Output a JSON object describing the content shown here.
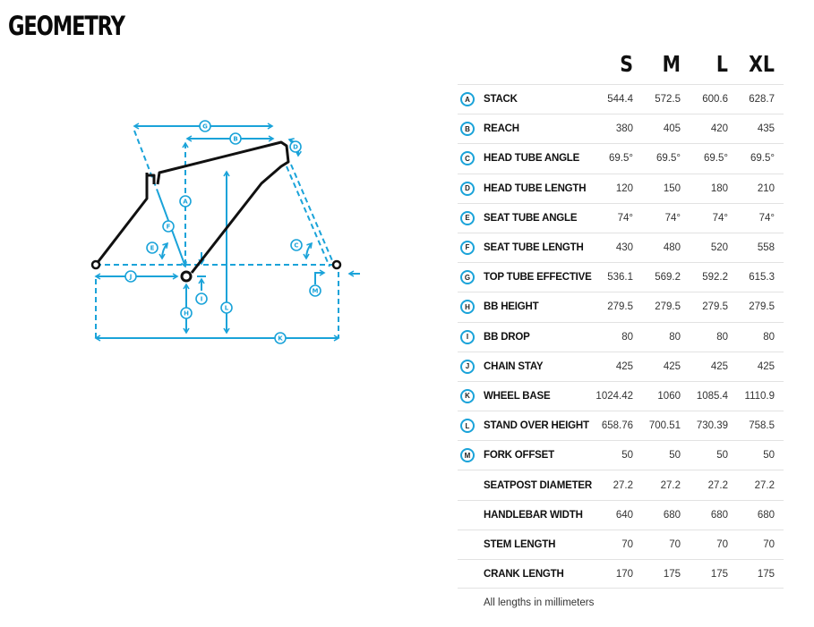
{
  "page": {
    "title": "GEOMETRY"
  },
  "colors": {
    "accent": "#1aa3d9",
    "frame": "#111111",
    "divider": "#e2e2e2"
  },
  "table": {
    "sizes": [
      "S",
      "M",
      "L",
      "XL"
    ],
    "rows": [
      {
        "badge": "A",
        "label": "STACK",
        "values": [
          "544.4",
          "572.5",
          "600.6",
          "628.7"
        ]
      },
      {
        "badge": "B",
        "label": "REACH",
        "values": [
          "380",
          "405",
          "420",
          "435"
        ]
      },
      {
        "badge": "C",
        "label": "HEAD TUBE ANGLE",
        "values": [
          "69.5°",
          "69.5°",
          "69.5°",
          "69.5°"
        ]
      },
      {
        "badge": "D",
        "label": "HEAD TUBE LENGTH",
        "values": [
          "120",
          "150",
          "180",
          "210"
        ]
      },
      {
        "badge": "E",
        "label": "SEAT TUBE ANGLE",
        "values": [
          "74°",
          "74°",
          "74°",
          "74°"
        ]
      },
      {
        "badge": "F",
        "label": "SEAT TUBE LENGTH",
        "values": [
          "430",
          "480",
          "520",
          "558"
        ]
      },
      {
        "badge": "G",
        "label": "TOP TUBE EFFECTIVE",
        "values": [
          "536.1",
          "569.2",
          "592.2",
          "615.3"
        ]
      },
      {
        "badge": "H",
        "label": "BB HEIGHT",
        "values": [
          "279.5",
          "279.5",
          "279.5",
          "279.5"
        ]
      },
      {
        "badge": "I",
        "label": "BB DROP",
        "values": [
          "80",
          "80",
          "80",
          "80"
        ]
      },
      {
        "badge": "J",
        "label": "CHAIN STAY",
        "values": [
          "425",
          "425",
          "425",
          "425"
        ]
      },
      {
        "badge": "K",
        "label": "WHEEL BASE",
        "values": [
          "1024.42",
          "1060",
          "1085.4",
          "1110.9"
        ]
      },
      {
        "badge": "L",
        "label": "STAND OVER HEIGHT",
        "values": [
          "658.76",
          "700.51",
          "730.39",
          "758.5"
        ]
      },
      {
        "badge": "M",
        "label": "FORK OFFSET",
        "values": [
          "50",
          "50",
          "50",
          "50"
        ]
      },
      {
        "badge": "",
        "label": "SEATPOST DIAMETER",
        "values": [
          "27.2",
          "27.2",
          "27.2",
          "27.2"
        ]
      },
      {
        "badge": "",
        "label": "HANDLEBAR WIDTH",
        "values": [
          "640",
          "680",
          "680",
          "680"
        ]
      },
      {
        "badge": "",
        "label": "STEM LENGTH",
        "values": [
          "70",
          "70",
          "70",
          "70"
        ]
      },
      {
        "badge": "",
        "label": "CRANK LENGTH",
        "values": [
          "170",
          "175",
          "175",
          "175"
        ]
      }
    ],
    "note": "All lengths in millimeters"
  },
  "diagram": {
    "labels": [
      "A",
      "B",
      "C",
      "D",
      "E",
      "F",
      "G",
      "H",
      "I",
      "J",
      "K",
      "L",
      "M"
    ]
  }
}
